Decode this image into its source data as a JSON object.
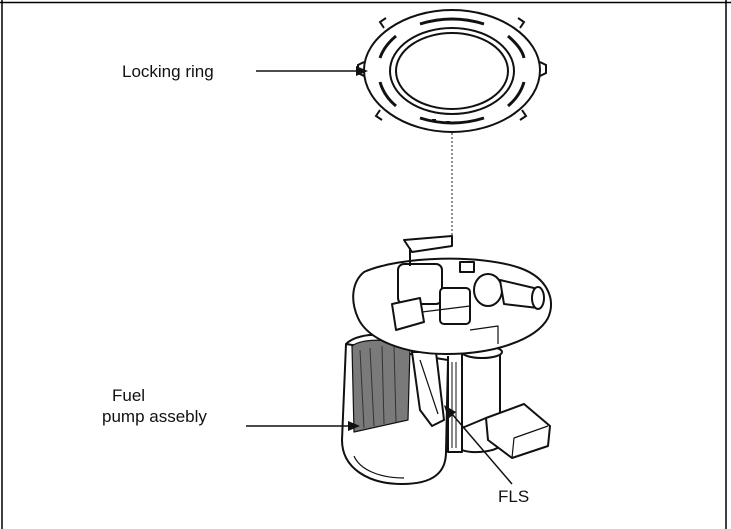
{
  "labels": {
    "locking_ring": "Locking ring",
    "fuel_pump_line1": "Fuel",
    "fuel_pump_line2": "pump assebly",
    "fls": "FLS"
  },
  "colors": {
    "ink": "#111111",
    "frame": "#000000",
    "shade": "#7a7a7a",
    "background": "#ffffff"
  }
}
